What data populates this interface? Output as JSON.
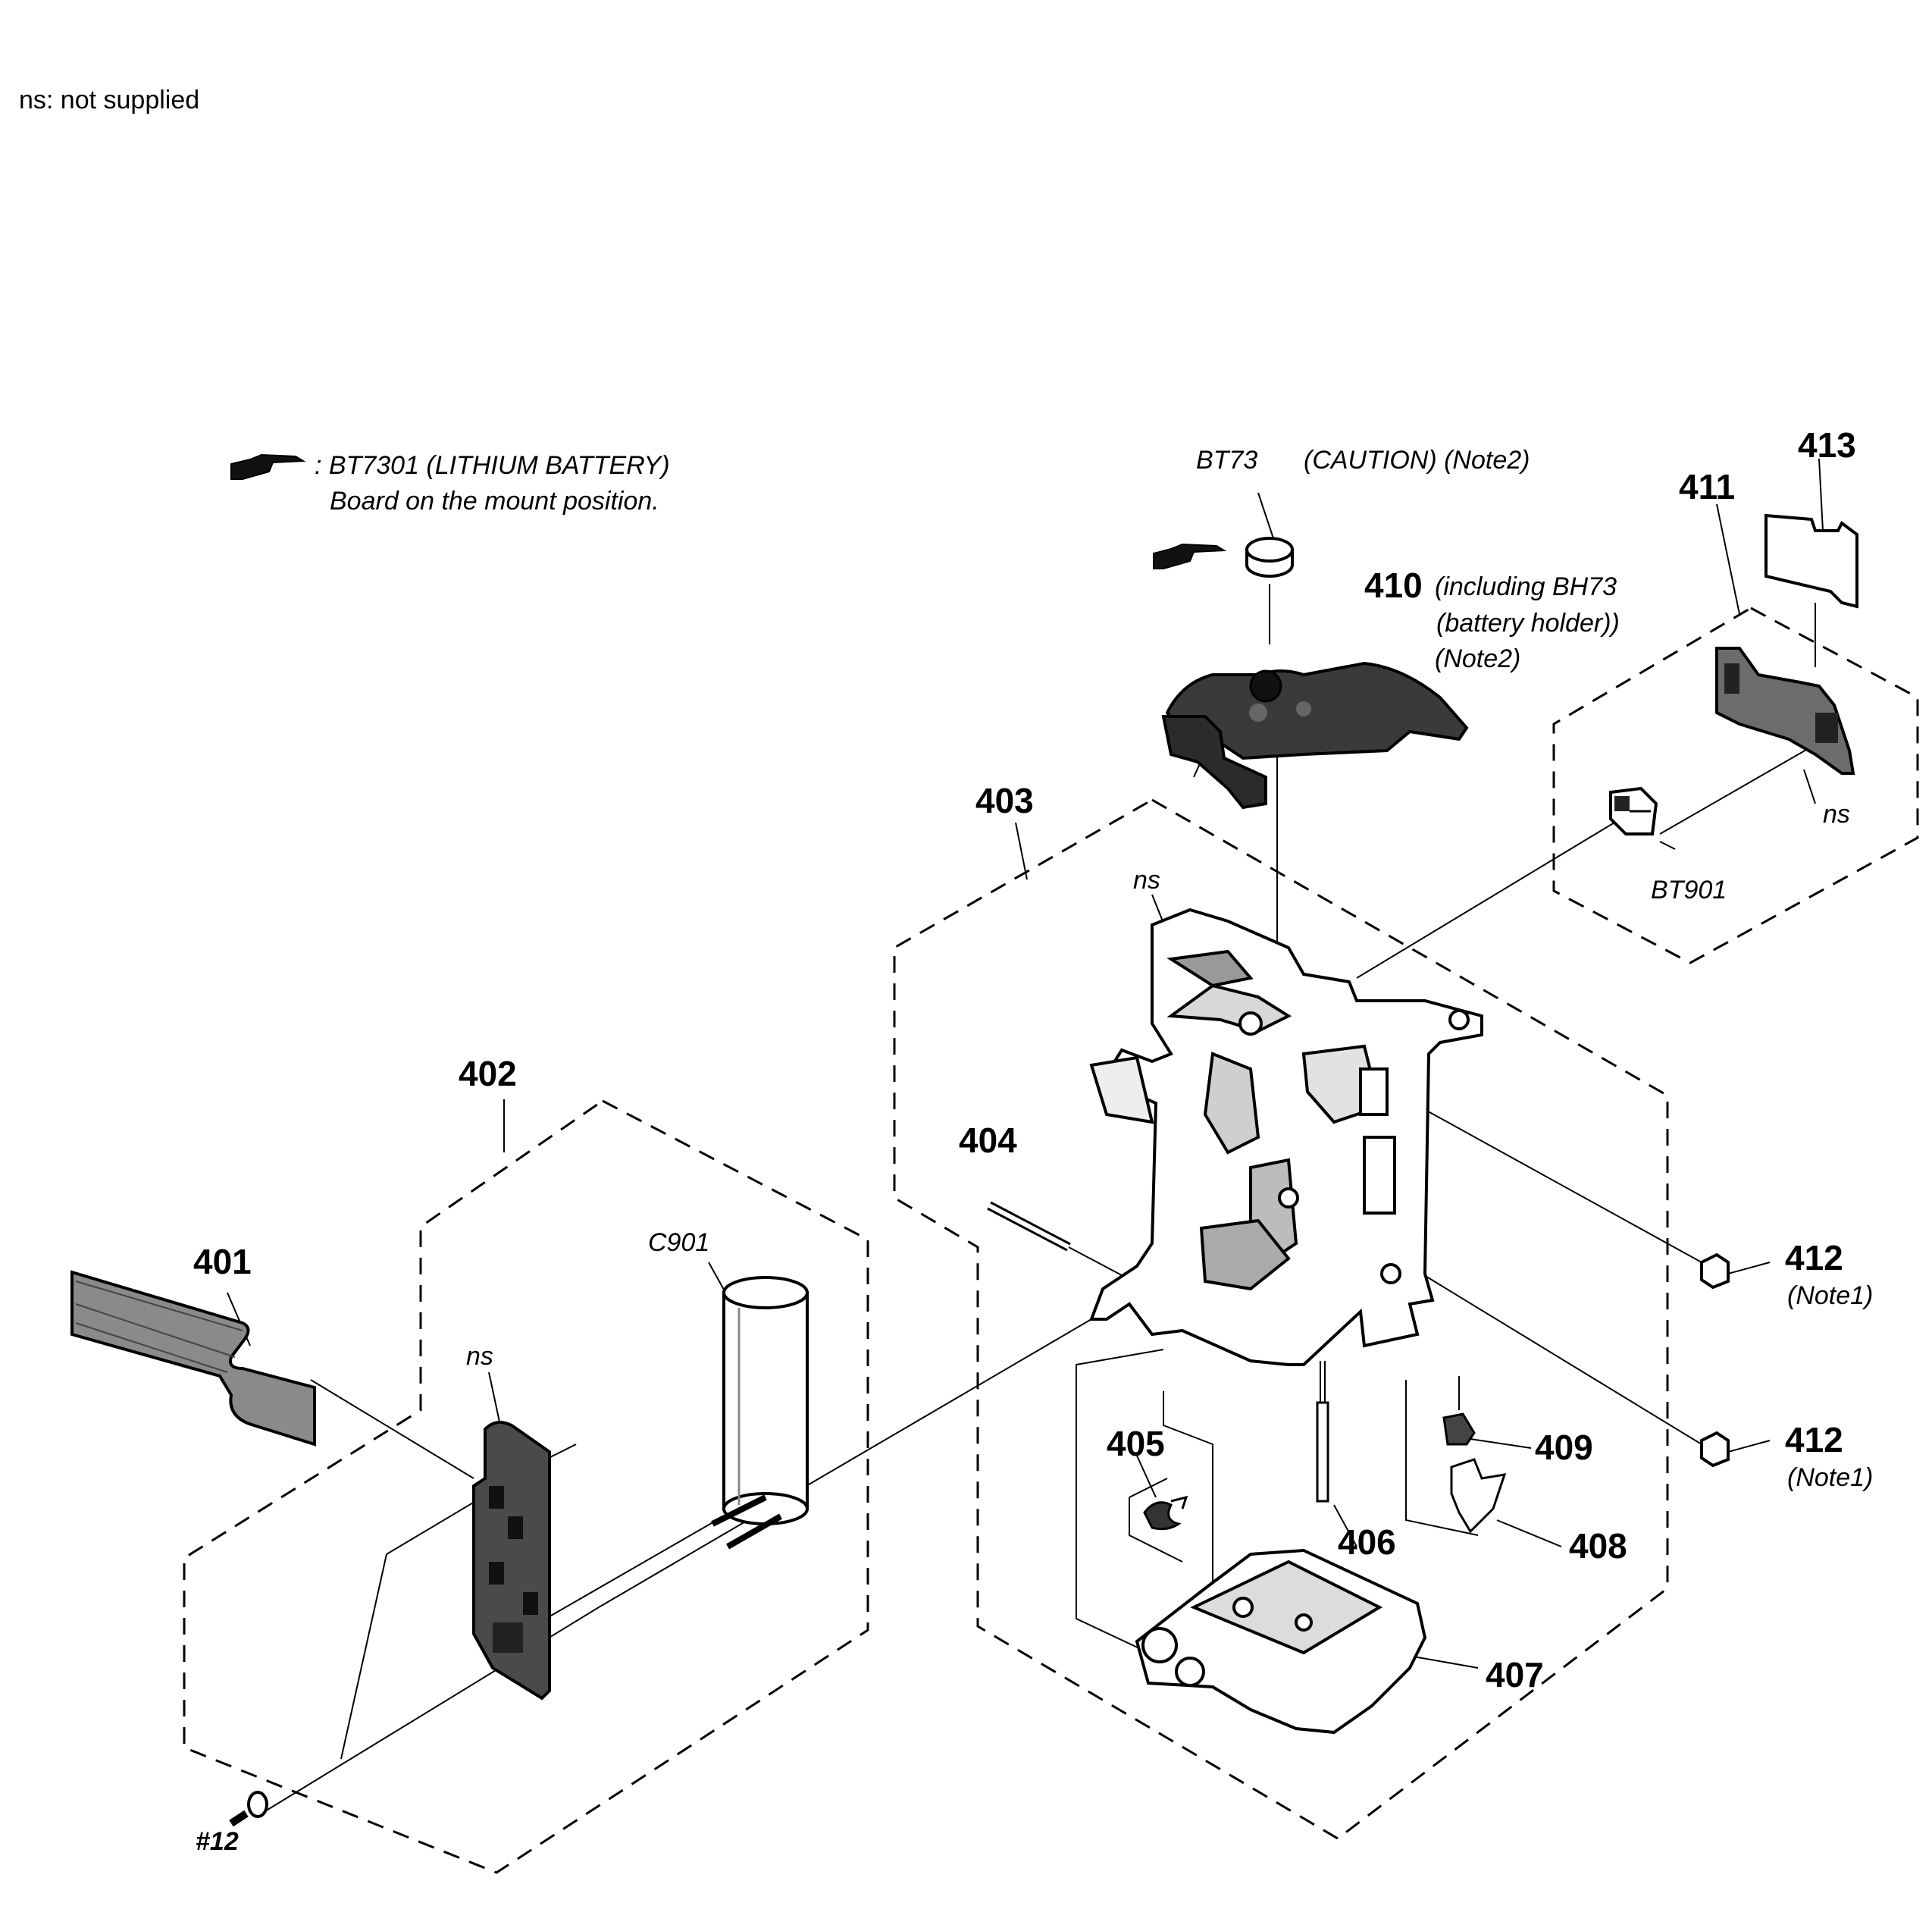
{
  "legend_ns": "ns: not supplied",
  "battery_note": {
    "line1": ": BT7301 (LITHIUM BATTERY)",
    "line2": "Board on the mount position."
  },
  "header_labels": {
    "bt73": "BT73",
    "caution": "(CAUTION) (Note2)"
  },
  "parts": {
    "p401": "401",
    "p402": "402",
    "p403": "403",
    "p404": "404",
    "p405": "405",
    "p406": "406",
    "p407": "407",
    "p408": "408",
    "p409": "409",
    "p410": "410",
    "p411": "411",
    "p412a": "412",
    "p412b": "412",
    "p413": "413",
    "screw": "#12"
  },
  "notes": {
    "p410_line1": "(including BH73",
    "p410_line2": "(battery holder))",
    "p410_line3": "(Note2)",
    "note1_a": "(Note1)",
    "note1_b": "(Note1)"
  },
  "components": {
    "c901": "C901",
    "bt901": "BT901",
    "ns_402": "ns",
    "ns_403": "ns",
    "ns_411": "ns"
  }
}
